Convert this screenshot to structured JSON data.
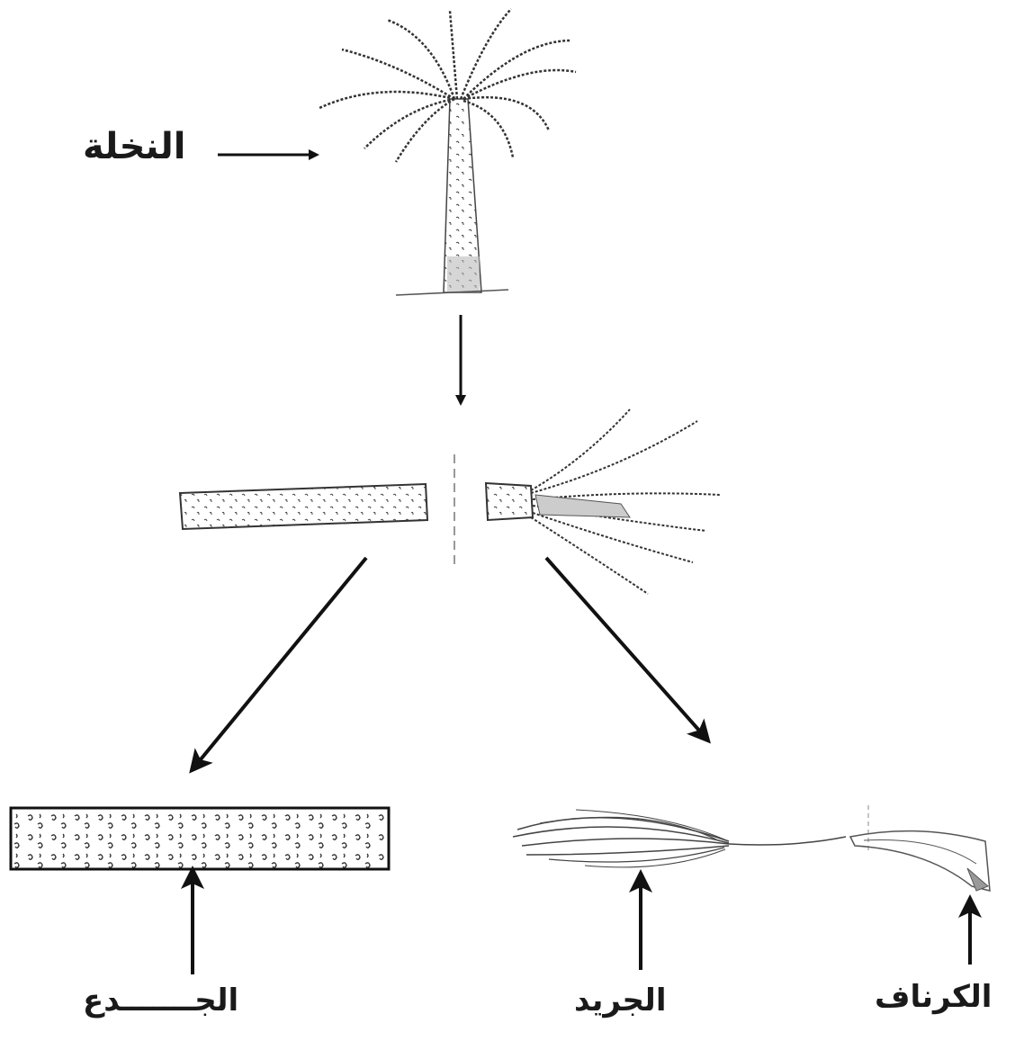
{
  "labels": {
    "palm": "النخلة",
    "trunk": "الجـــــــدع",
    "frond": "الجريد",
    "karnaf": "الكرناف"
  }
}
